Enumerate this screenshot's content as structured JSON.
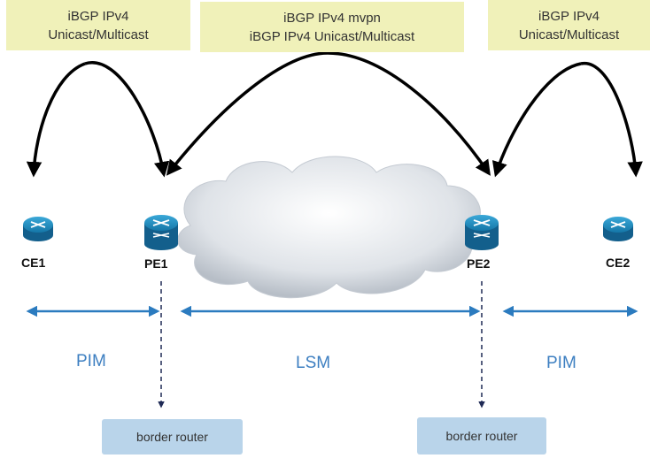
{
  "bgp_boxes": {
    "left": {
      "line1": "iBGP IPv4",
      "line2": "Unicast/Multicast"
    },
    "middle": {
      "line1": "iBGP IPv4 mvpn",
      "line2": "iBGP IPv4 Unicast/Multicast"
    },
    "right": {
      "line1": "iBGP IPv4",
      "line2": "Unicast/Multicast"
    }
  },
  "nodes": {
    "ce1": "CE1",
    "pe1": "PE1",
    "pe2": "PE2",
    "ce2": "CE2"
  },
  "segments": {
    "left": "PIM",
    "middle": "LSM",
    "right": "PIM"
  },
  "border_routers": {
    "left": "border router",
    "right": "border router"
  },
  "colors": {
    "yellow_box": "#f0f1b9",
    "segment_arrow": "#2b7bbf",
    "segment_text": "#3d7fc1",
    "border_box": "#b9d4ea",
    "router": "#1f8fc2"
  },
  "icons": [
    "router-icon",
    "cloud-icon"
  ]
}
